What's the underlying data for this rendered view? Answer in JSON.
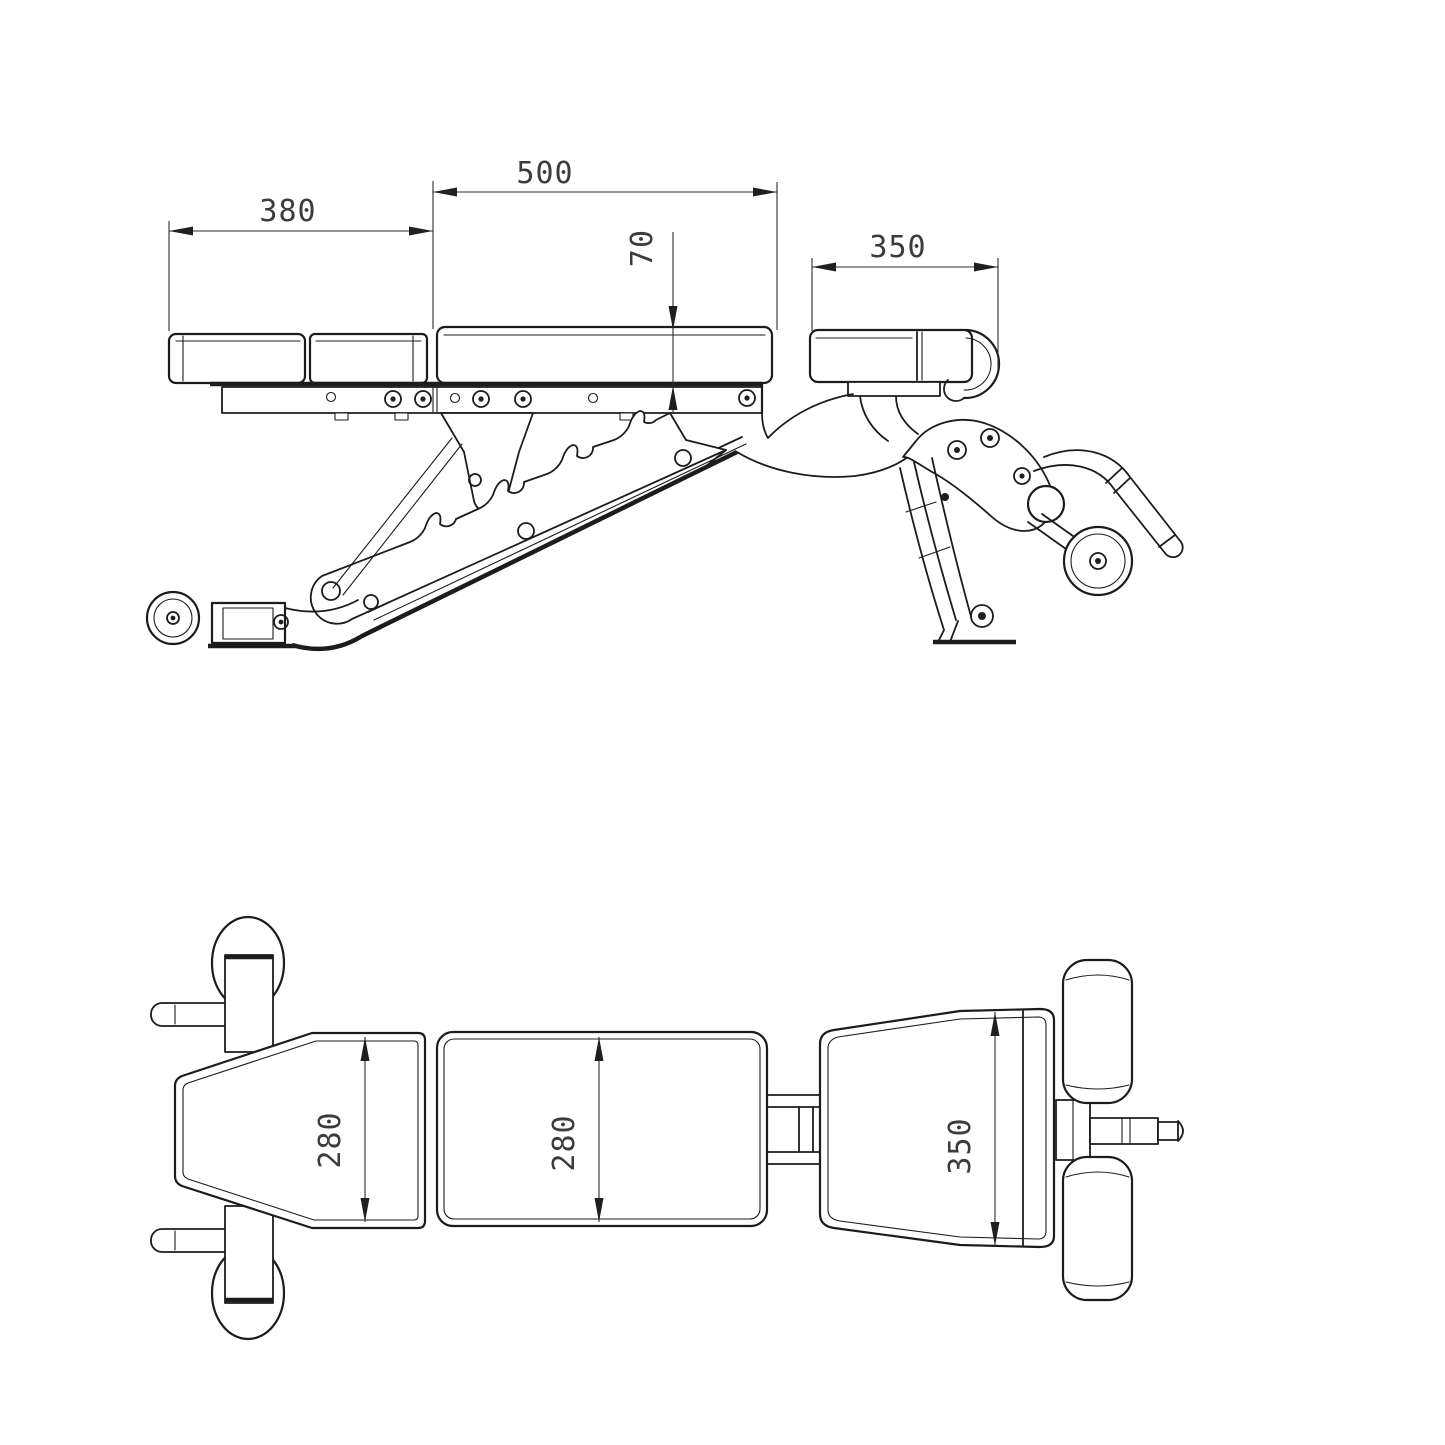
{
  "drawing": {
    "type": "technical-drawing",
    "subject": "adjustable weight bench, two orthographic views",
    "ink_color": "#1c1c1c",
    "dimension_color": "#3c3c3c",
    "background": "#ffffff"
  },
  "dims": {
    "side_back_pad_length": "380",
    "side_seat_pad_length": "500",
    "side_pad_thickness": "70",
    "side_rear_pad_length": "350",
    "top_back_pad_width": "280",
    "top_seat_pad_width": "280",
    "top_rear_pad_width": "350"
  }
}
